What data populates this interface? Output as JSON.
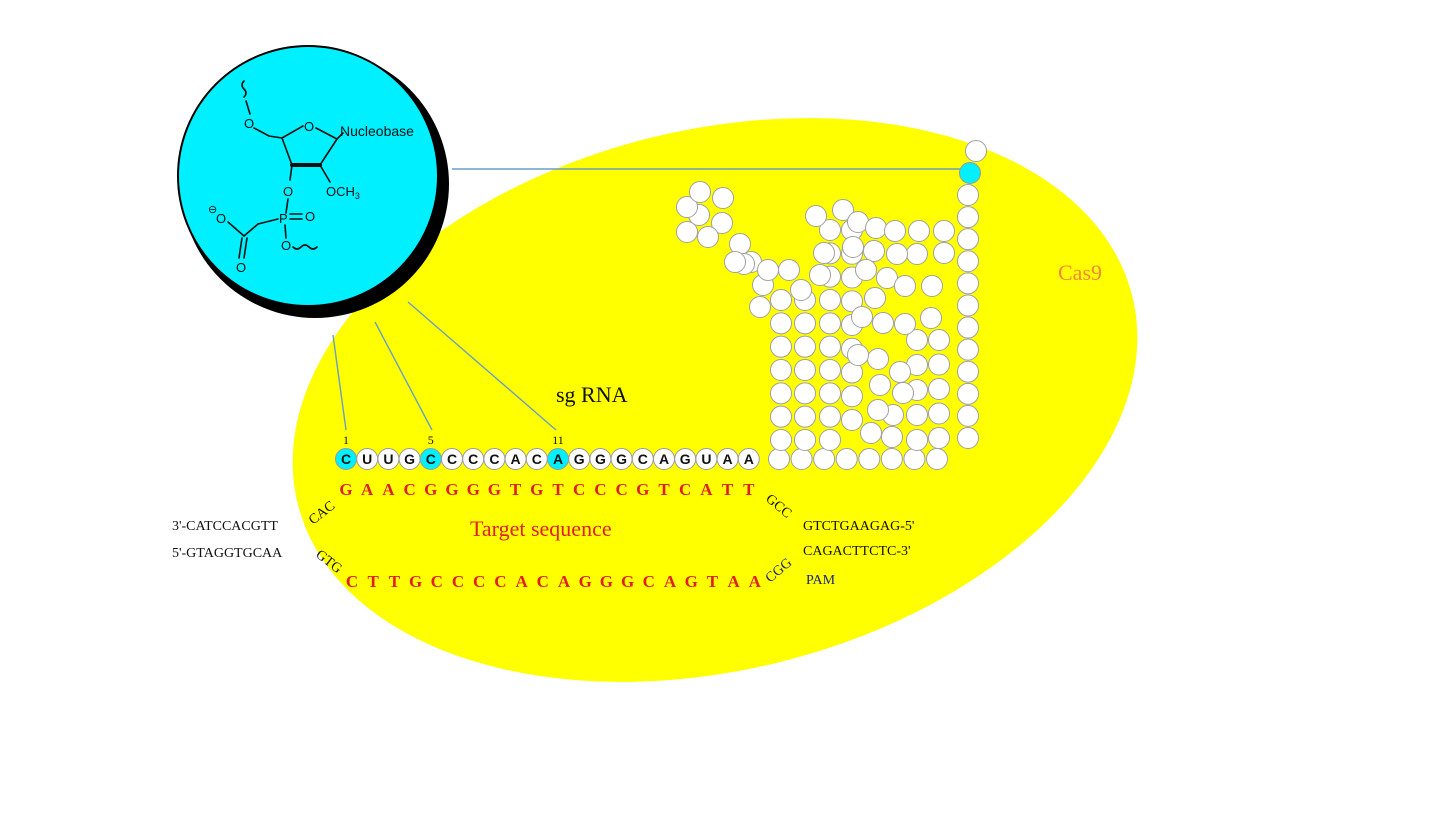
{
  "colors": {
    "cas9_fill": "#ffff00",
    "modified_fill": "#00f0ff",
    "target_red": "#e02020",
    "cas9_label": "#f08a3c",
    "pam_blue": "#1a237e",
    "line_blue": "#6a9ec5",
    "nucleotide_fill": "#ffffff"
  },
  "cas9": {
    "label": "Cas9"
  },
  "sgrna": {
    "label": "sg RNA",
    "sequence": [
      "C",
      "U",
      "U",
      "G",
      "C",
      "C",
      "C",
      "C",
      "A",
      "C",
      "A",
      "G",
      "G",
      "G",
      "C",
      "A",
      "G",
      "U",
      "A",
      "A"
    ],
    "modified_positions": [
      1,
      5,
      11
    ],
    "position_labels": [
      "1",
      "5",
      "11"
    ]
  },
  "target": {
    "top_strand": [
      "G",
      "A",
      "A",
      "C",
      "G",
      "G",
      "G",
      "G",
      "T",
      "G",
      "T",
      "C",
      "C",
      "C",
      "G",
      "T",
      "C",
      "A",
      "T",
      "T"
    ],
    "bottom_strand": [
      "C",
      "T",
      "T",
      "G",
      "C",
      "C",
      "C",
      "C",
      "A",
      "C",
      "A",
      "G",
      "G",
      "G",
      "C",
      "A",
      "G",
      "T",
      "A",
      "A"
    ],
    "label": "Target sequence",
    "top_left_flank": "3'-CATCCACGTT",
    "top_left_bend": "CAC",
    "top_right_bend": "GCC",
    "top_right_flank": "GTCTGAAGAG-5'",
    "bottom_left_flank": "5'-GTAGGTGCAA",
    "bottom_left_bend": "GTG",
    "bottom_right_bend": "CGG",
    "bottom_right_flank": "CAGACTTCTC-3'",
    "pam_label": "PAM"
  },
  "chem": {
    "nucleobase": "Nucleobase",
    "och3": "OCH",
    "och3_sub": "3",
    "ring_o": "O",
    "o5": "O",
    "o3": "O",
    "p": "P",
    "p_eq_o": "O",
    "p_o": "O",
    "carbonyl_o": "O",
    "carboxylate_o": "O",
    "charge": "⊖"
  }
}
